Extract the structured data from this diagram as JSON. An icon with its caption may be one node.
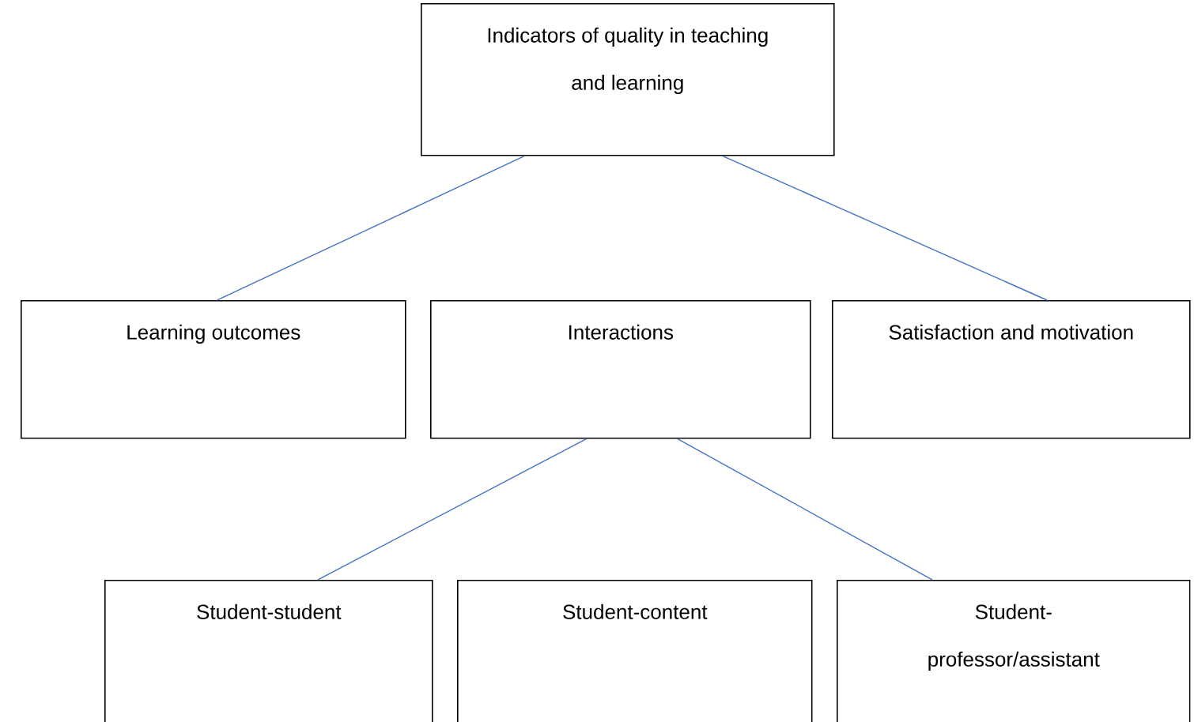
{
  "diagram": {
    "nodes": [
      {
        "text": [
          "Indicators of quality in teaching and learning"
        ]
      },
      {
        "text": [
          "Learning outcomes"
        ]
      },
      {
        "text": [
          "Interactions"
        ]
      },
      {
        "text": [
          "Satisfaction and motivation"
        ]
      },
      {
        "text": [
          "Student-student"
        ]
      },
      {
        "text": [
          "Student-content"
        ]
      },
      {
        "text": [
          "Student-professor/assistant"
        ]
      }
    ],
    "edges": [
      {
        "from": 0,
        "to": 1,
        "arrow": "none"
      },
      {
        "from": 0,
        "to": 3,
        "arrow": "none"
      },
      {
        "from": 2,
        "to": 4,
        "arrow": "none"
      },
      {
        "from": 2,
        "to": 6,
        "arrow": "none"
      }
    ]
  }
}
